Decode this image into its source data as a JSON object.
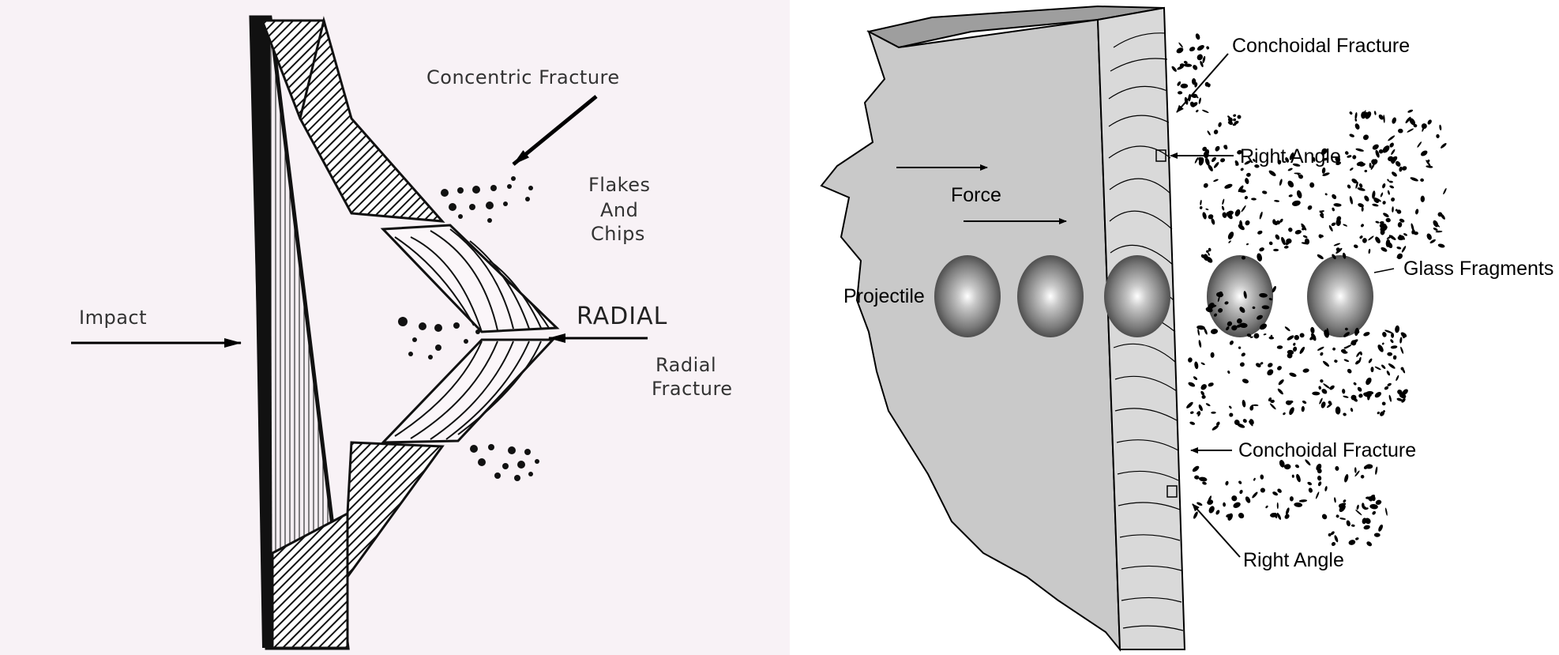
{
  "left_diagram": {
    "labels": {
      "concentric_fracture": "Concentric Fracture",
      "flakes": "Flakes",
      "and": "And",
      "chips": "Chips",
      "impact": "Impact",
      "radial": "RADIAL",
      "radial_fracture_line1": "Radial",
      "radial_fracture_line2": "Fracture"
    },
    "colors": {
      "background": "#f8f2f6",
      "ink": "#111111"
    }
  },
  "right_diagram": {
    "labels": {
      "conchoidal_fracture_top": "Conchoidal Fracture",
      "right_angle_top": "Right Angle",
      "force": "Force",
      "projectile": "Projectile",
      "glass_fragments": "Glass Fragments",
      "conchoidal_fracture_bottom": "Conchoidal Fracture",
      "right_angle_bottom": "Right Angle"
    },
    "colors": {
      "glass_face": "#c9c9c9",
      "glass_top": "#9e9e9e",
      "edge": "#d9d9d9",
      "ink": "#000000"
    }
  }
}
